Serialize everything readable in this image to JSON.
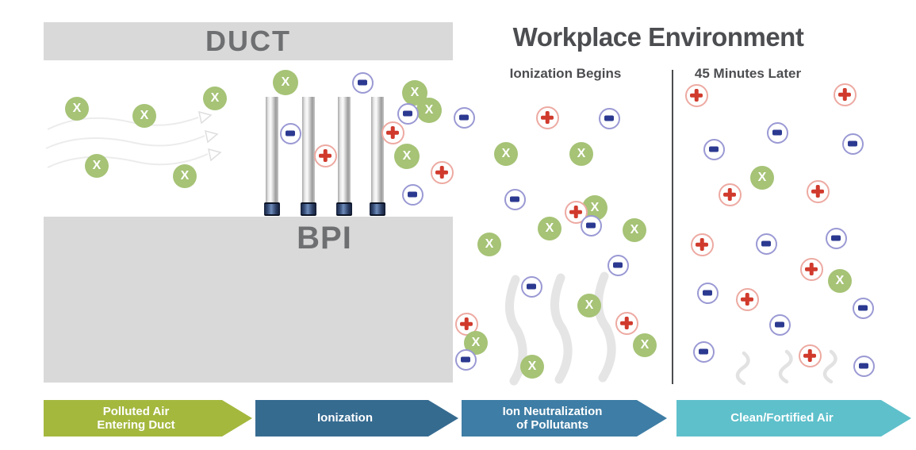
{
  "duct": {
    "label": "DUCT"
  },
  "bpi": {
    "label": "BPI"
  },
  "workplace": {
    "title": "Workplace Environment",
    "phase1_label": "Ionization Begins",
    "phase2_label": "45 Minutes Later"
  },
  "banners": [
    {
      "lines": [
        "Polluted Air",
        "Entering Duct"
      ],
      "color": "#a4b83e"
    },
    {
      "lines": [
        "Ionization"
      ],
      "color": "#366b90"
    },
    {
      "lines": [
        "Ion Neutralization",
        "of Pollutants"
      ],
      "color": "#3e7da5"
    },
    {
      "lines": [
        "Clean/Fortified Air"
      ],
      "color": "#5ec0cb"
    }
  ],
  "glyphs": {
    "x": "X",
    "p": "",
    "m": ""
  },
  "colors": {
    "pollutant_green": "#a6c376",
    "positive_ion_red": "#d03a2c",
    "positive_ion_ring": "#edaaa2",
    "negative_ion_navy": "#2b3990",
    "negative_ion_ring": "#9a99d4",
    "duct_gray": "#d9d9d9",
    "heading_gray": "#4c4d50"
  },
  "particle_sizes": {
    "x": 30,
    "p": 29,
    "m": 27
  },
  "particles": [
    [
      "x",
      97,
      137
    ],
    [
      "x",
      182,
      146
    ],
    [
      "x",
      271,
      124
    ],
    [
      "x",
      122,
      209
    ],
    [
      "x",
      233,
      222
    ],
    [
      "x",
      360,
      104,
      32
    ],
    [
      "m",
      457,
      104
    ],
    [
      "x",
      523,
      117,
      32
    ],
    [
      "x",
      541,
      139,
      32
    ],
    [
      "m",
      514,
      143
    ],
    [
      "m",
      366,
      168
    ],
    [
      "p",
      495,
      167
    ],
    [
      "p",
      410,
      196
    ],
    [
      "x",
      513,
      197,
      32
    ],
    [
      "p",
      557,
      217
    ],
    [
      "m",
      520,
      245
    ],
    [
      "m",
      585,
      148
    ],
    [
      "p",
      690,
      148
    ],
    [
      "m",
      768,
      149
    ],
    [
      "x",
      638,
      194
    ],
    [
      "x",
      733,
      194
    ],
    [
      "m",
      649,
      251
    ],
    [
      "x",
      750,
      262,
      32
    ],
    [
      "p",
      726,
      267
    ],
    [
      "m",
      745,
      284
    ],
    [
      "x",
      693,
      288
    ],
    [
      "x",
      800,
      290
    ],
    [
      "x",
      617,
      308
    ],
    [
      "m",
      779,
      334
    ],
    [
      "m",
      670,
      361
    ],
    [
      "x",
      743,
      385
    ],
    [
      "p",
      588,
      408
    ],
    [
      "p",
      790,
      407
    ],
    [
      "x",
      600,
      432
    ],
    [
      "x",
      813,
      435
    ],
    [
      "m",
      587,
      453
    ],
    [
      "x",
      671,
      462
    ],
    [
      "p",
      878,
      120
    ],
    [
      "p",
      1065,
      119
    ],
    [
      "m",
      980,
      167
    ],
    [
      "m",
      900,
      188
    ],
    [
      "m",
      1075,
      181
    ],
    [
      "x",
      961,
      224
    ],
    [
      "p",
      920,
      245
    ],
    [
      "p",
      1031,
      241
    ],
    [
      "p",
      885,
      308
    ],
    [
      "m",
      966,
      307
    ],
    [
      "m",
      1054,
      300
    ],
    [
      "p",
      1023,
      339
    ],
    [
      "x",
      1059,
      354
    ],
    [
      "m",
      892,
      369
    ],
    [
      "p",
      942,
      377
    ],
    [
      "m",
      1088,
      388
    ],
    [
      "m",
      983,
      409
    ],
    [
      "m",
      887,
      443
    ],
    [
      "p",
      1021,
      448
    ],
    [
      "m",
      1089,
      461
    ]
  ]
}
